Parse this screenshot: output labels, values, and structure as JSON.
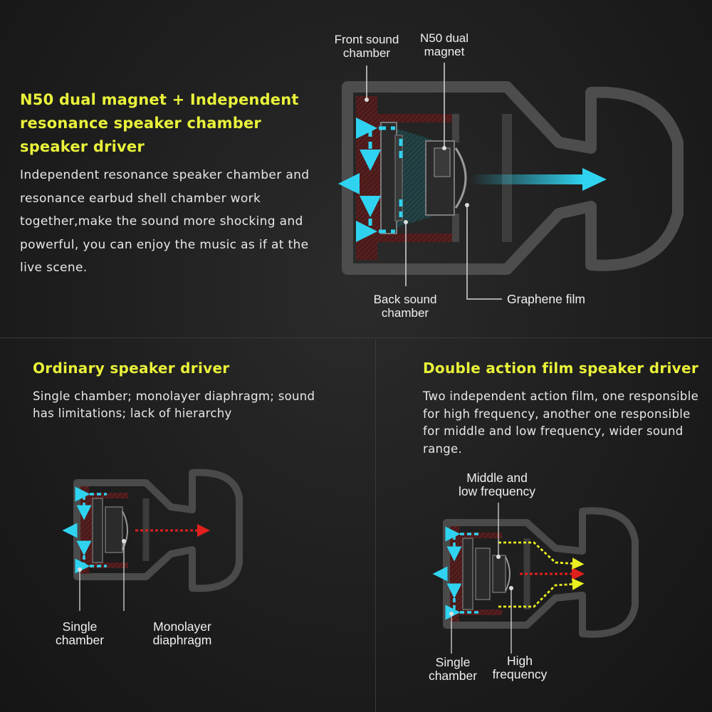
{
  "top": {
    "heading": "N50 dual magnet + Independent resonance speaker chamber speaker driver",
    "body": "Independent resonance speaker chamber and resonance earbud shell chamber work together,make the sound more shocking and powerful, you can enjoy the music as if  at the live scene.",
    "labels": {
      "front_l1": "Front sound",
      "front_l2": "chamber",
      "magnet_l1": "N50 dual",
      "magnet_l2": "magnet",
      "back_l1": "Back sound",
      "back_l2": "chamber",
      "graphene": "Graphene film"
    }
  },
  "left": {
    "heading": "Ordinary speaker driver",
    "body": "Single chamber; monolayer diaphragm; sound has limitations; lack of hierarchy",
    "labels": {
      "single_l1": "Single",
      "single_l2": "chamber",
      "mono_l1": "Monolayer",
      "mono_l2": "diaphragm"
    }
  },
  "right": {
    "heading": "Double action film speaker driver",
    "body": "Two independent action film, one responsible for high frequency, another one responsible for middle and low frequency, wider sound range.",
    "labels": {
      "mid_l1": "Middle and",
      "mid_l2": "low frequency",
      "single_l1": "Single",
      "single_l2": "chamber",
      "high_l1": "High",
      "high_l2": "frequency"
    }
  },
  "colors": {
    "heading": "#e9f23a",
    "arrow_cyan": "#2fd3f0",
    "arrow_red": "#e0201c",
    "arrow_yellow": "#eaf020",
    "shell": "#4a4a4a",
    "chamber": "#5a1e1e"
  }
}
